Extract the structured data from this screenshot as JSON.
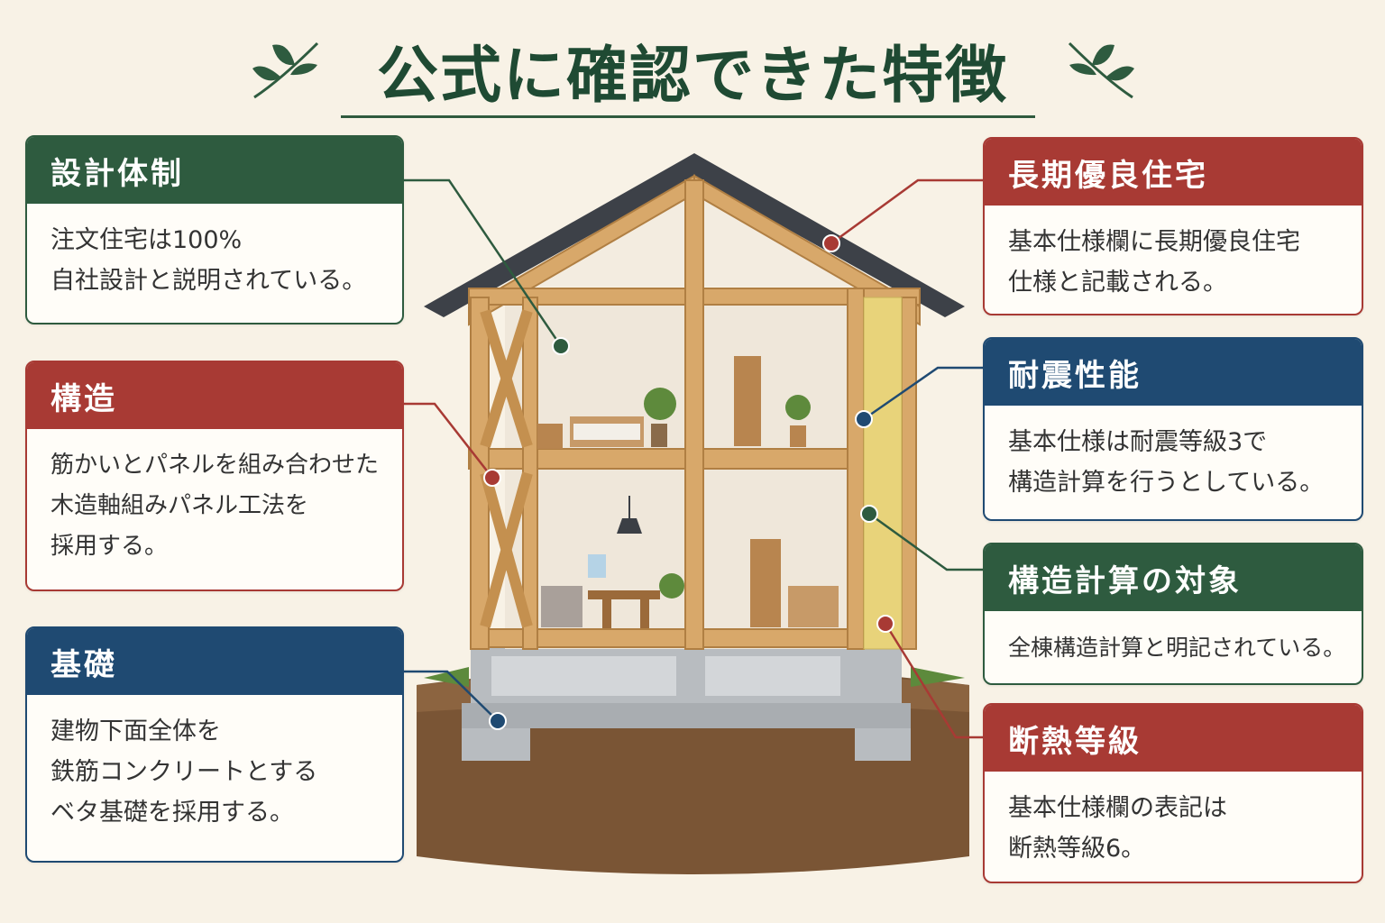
{
  "title": "公式に確認できた特徴",
  "colors": {
    "green": "#2e5b3f",
    "red": "#a83a34",
    "blue": "#1f4a72",
    "background": "#f8f2e6"
  },
  "cards": {
    "design": {
      "heading": "設計体制",
      "lines": [
        "注文住宅は100%",
        "自社設計と説明されている。"
      ]
    },
    "structure": {
      "heading": "構造",
      "lines": [
        "筋かいとパネルを組み合わせた",
        "木造軸組みパネル工法を",
        "採用する。"
      ]
    },
    "foundation": {
      "heading": "基礎",
      "lines": [
        "建物下面全体を",
        "鉄筋コンクリートとする",
        "ベタ基礎を採用する。"
      ]
    },
    "longterm": {
      "heading": "長期優良住宅",
      "lines": [
        "基本仕様欄に長期優良住宅",
        "仕様と記載される。"
      ]
    },
    "seismic": {
      "heading": "耐震性能",
      "lines": [
        "基本仕様は耐震等級3で",
        "構造計算を行うとしている。"
      ]
    },
    "calc": {
      "heading": "構造計算の対象",
      "lines": [
        "全棟構造計算と明記されている。"
      ]
    },
    "insulation": {
      "heading": "断熱等級",
      "lines": [
        "基本仕様欄の表記は",
        "断熱等級6。"
      ]
    }
  }
}
